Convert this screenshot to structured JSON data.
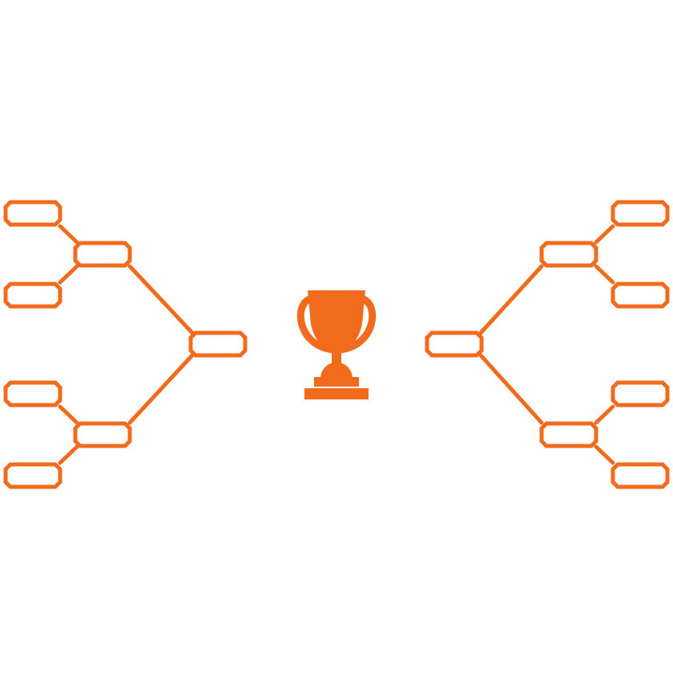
{
  "diagram": {
    "type": "tournament-bracket",
    "accent_color": "#f26b1d",
    "background_color": "#ffffff",
    "center_icon": "trophy-icon",
    "left_bracket": {
      "round_1_slots": 4,
      "round_2_slots": 2,
      "round_3_slots": 1
    },
    "right_bracket": {
      "round_1_slots": 4,
      "round_2_slots": 2,
      "round_3_slots": 1
    }
  }
}
